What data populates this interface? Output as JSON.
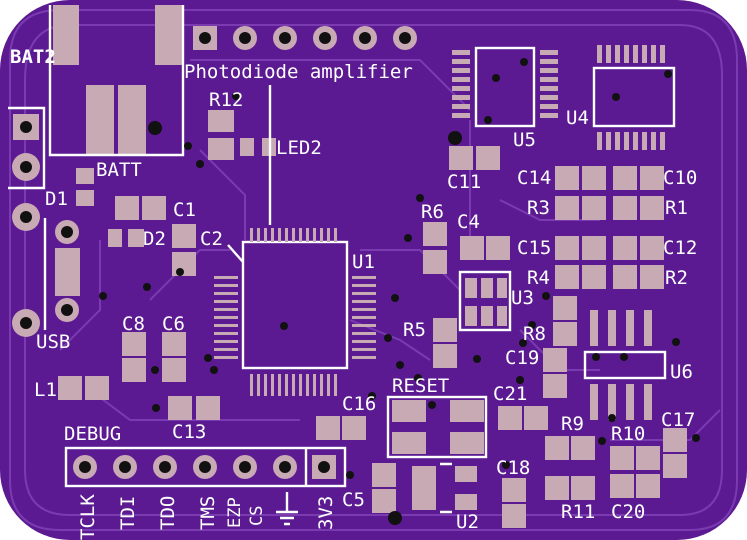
{
  "colors": {
    "board": "#5b1a91",
    "copper_trace": "#7a3ab0",
    "pad": "#c8aab4",
    "silkscreen": "#ffffff",
    "drill": "#111111"
  },
  "labels": {
    "title": "Photodiode amplifier",
    "bat2": "BAT2",
    "batt": "BATT",
    "r12": "R12",
    "led2": "LED2",
    "d1": "D1",
    "d2": "D2",
    "c1": "C1",
    "c2": "C2",
    "u1": "U1",
    "usb": "USB",
    "c8": "C8",
    "c6": "C6",
    "l1": "L1",
    "c13": "C13",
    "debug": "DEBUG",
    "c16": "C16",
    "reset": "RESET",
    "c5": "C5",
    "u2": "U2",
    "u5": "U5",
    "u4": "U4",
    "c11": "C11",
    "c14": "C14",
    "c10": "C10",
    "r3": "R3",
    "r1": "R1",
    "r6": "R6",
    "c4": "C4",
    "c15": "C15",
    "c12": "C12",
    "r4": "R4",
    "r2": "R2",
    "u3": "U3",
    "r5": "R5",
    "r8": "R8",
    "c19": "C19",
    "u6": "U6",
    "c21": "C21",
    "r9": "R9",
    "r10": "R10",
    "c17": "C17",
    "c18": "C18",
    "r11": "R11",
    "c20": "C20",
    "pin_tclk": "TCLK",
    "pin_tdi": "TDI",
    "pin_tdo": "TDO",
    "pin_tms": "TMS",
    "pin_ezp": "EZP",
    "pin_cs": "CS",
    "pin_3v3": "3V3"
  }
}
